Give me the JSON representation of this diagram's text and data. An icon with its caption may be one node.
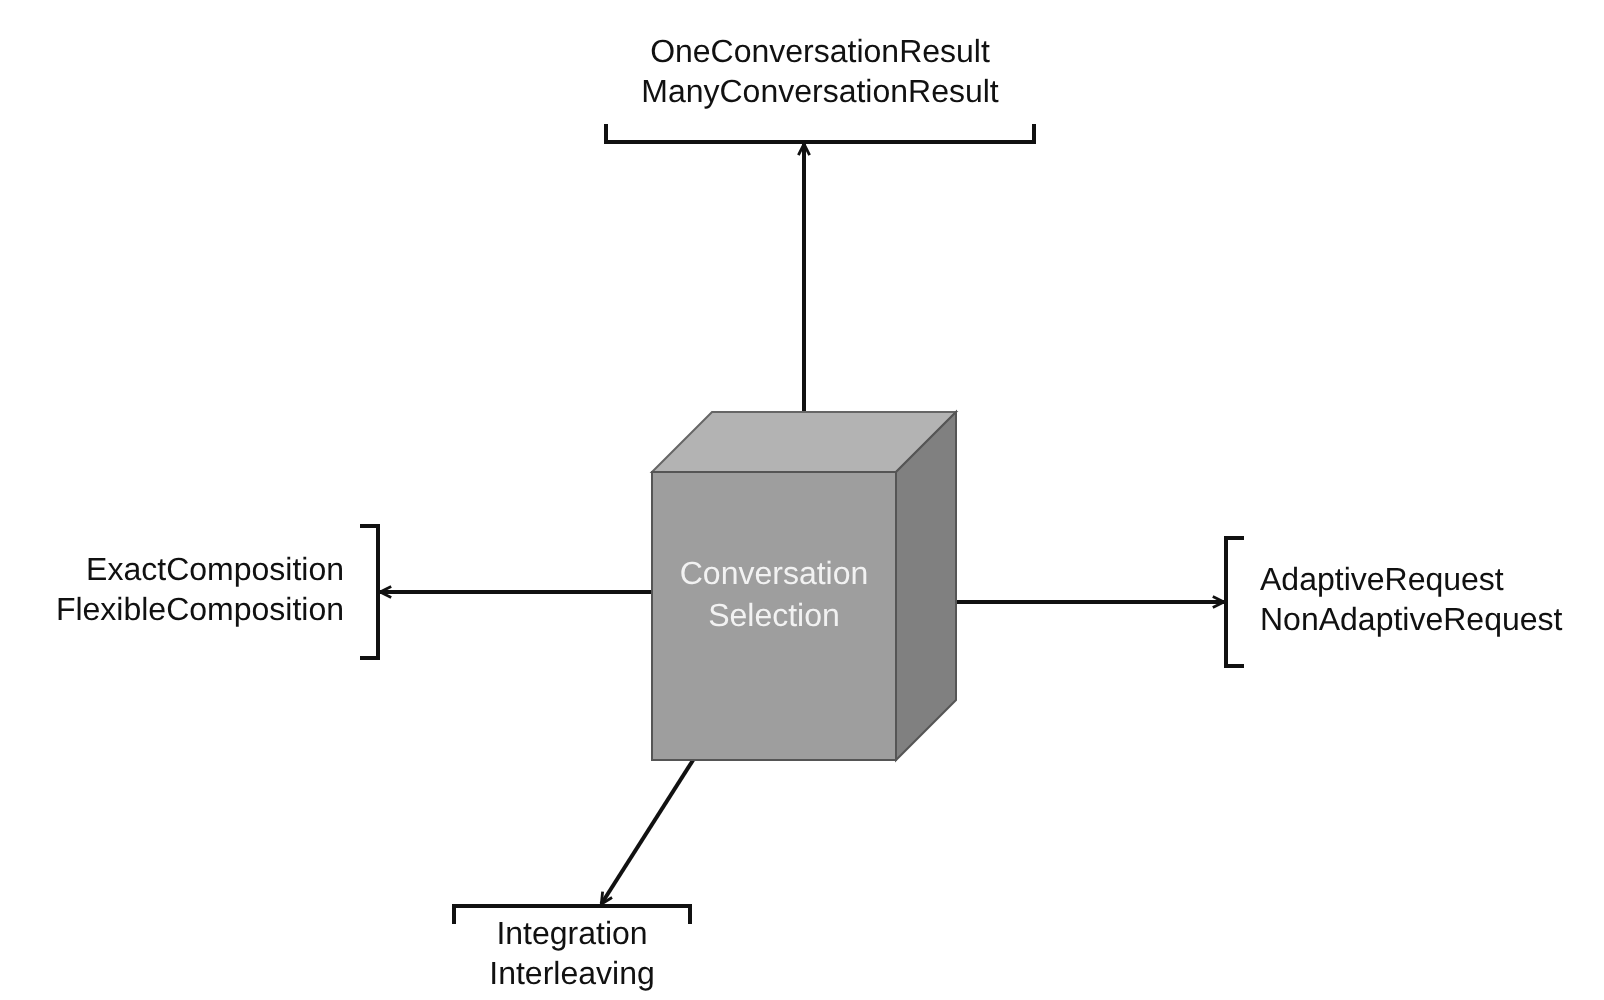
{
  "diagram": {
    "nodes": [
      {
        "text": [
          "Conversation Selection"
        ]
      },
      {
        "text": [
          "OneConversationResult",
          "ManyConversationResult"
        ]
      },
      {
        "text": [
          "AdaptiveRequest",
          "NonAdaptiveRequest"
        ]
      },
      {
        "text": [
          "ExactComposition",
          "FlexibleComposition"
        ]
      },
      {
        "text": [
          "Integration",
          "Interleaving"
        ]
      }
    ],
    "edges": [
      {
        "from": 0,
        "to": 1,
        "arrow": "to"
      },
      {
        "from": 0,
        "to": 2,
        "arrow": "to"
      },
      {
        "from": 0,
        "to": 3,
        "arrow": "to"
      },
      {
        "from": 0,
        "to": 4,
        "arrow": "to"
      }
    ]
  }
}
